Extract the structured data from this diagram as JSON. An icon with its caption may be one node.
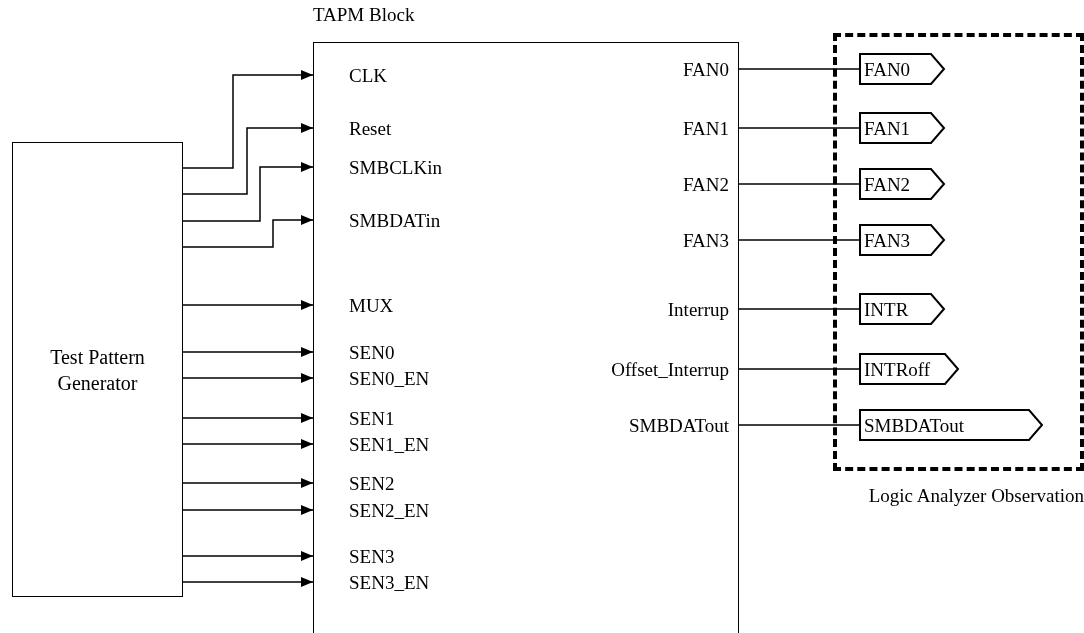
{
  "diagram": {
    "nodes": [
      {
        "text": [
          "TAPM Block"
        ]
      },
      {
        "text": [
          "CLK"
        ],
        "in": 0
      },
      {
        "text": [
          "Reset"
        ],
        "in": 0
      },
      {
        "text": [
          "SMBCLKin"
        ],
        "in": 0
      },
      {
        "text": [
          "SMBDATin"
        ],
        "in": 0
      },
      {
        "text": [
          "MUX"
        ],
        "in": 0
      },
      {
        "text": [
          "SEN0"
        ],
        "in": 0
      },
      {
        "text": [
          "SEN0_EN"
        ],
        "in": 0
      },
      {
        "text": [
          "SEN1"
        ],
        "in": 0
      },
      {
        "text": [
          "SEN1_EN"
        ],
        "in": 0
      },
      {
        "text": [
          "SEN2"
        ],
        "in": 0
      },
      {
        "text": [
          "SEN2_EN"
        ],
        "in": 0
      },
      {
        "text": [
          "SEN3"
        ],
        "in": 0
      },
      {
        "text": [
          "SEN3_EN"
        ],
        "in": 0
      },
      {
        "text": [
          "FAN0"
        ],
        "in": 0
      },
      {
        "text": [
          "FAN1"
        ],
        "in": 0
      },
      {
        "text": [
          "FAN2"
        ],
        "in": 0
      },
      {
        "text": [
          "FAN3"
        ],
        "in": 0
      },
      {
        "text": [
          "Interrup"
        ],
        "in": 0
      },
      {
        "text": [
          "Offset_Interrup"
        ],
        "in": 0
      },
      {
        "text": [
          "SMBDATout"
        ],
        "in": 0
      },
      {
        "text": [
          "Test Pattern Generator"
        ]
      },
      {
        "text": [
          "Logic Analyzer Observation"
        ]
      },
      {
        "text": [
          "FAN0"
        ],
        "in": 22
      },
      {
        "text": [
          "FAN1"
        ],
        "in": 22
      },
      {
        "text": [
          "FAN2"
        ],
        "in": 22
      },
      {
        "text": [
          "FAN3"
        ],
        "in": 22
      },
      {
        "text": [
          "INTR"
        ],
        "in": 22
      },
      {
        "text": [
          "INTRoff"
        ],
        "in": 22
      },
      {
        "text": [
          "SMBDATout"
        ],
        "in": 22
      }
    ],
    "edges": [
      {
        "from": 21,
        "to": 1,
        "arrow": "to"
      },
      {
        "from": 21,
        "to": 2,
        "arrow": "to"
      },
      {
        "from": 21,
        "to": 3,
        "arrow": "to"
      },
      {
        "from": 21,
        "to": 4,
        "arrow": "to"
      },
      {
        "from": 21,
        "to": 5,
        "arrow": "to"
      },
      {
        "from": 21,
        "to": 6,
        "arrow": "to"
      },
      {
        "from": 21,
        "to": 7,
        "arrow": "to"
      },
      {
        "from": 21,
        "to": 8,
        "arrow": "to"
      },
      {
        "from": 21,
        "to": 9,
        "arrow": "to"
      },
      {
        "from": 21,
        "to": 10,
        "arrow": "to"
      },
      {
        "from": 21,
        "to": 11,
        "arrow": "to"
      },
      {
        "from": 21,
        "to": 12,
        "arrow": "to"
      },
      {
        "from": 21,
        "to": 13,
        "arrow": "to"
      },
      {
        "from": 14,
        "to": 23,
        "arrow": "none"
      },
      {
        "from": 15,
        "to": 24,
        "arrow": "none"
      },
      {
        "from": 16,
        "to": 25,
        "arrow": "none"
      },
      {
        "from": 17,
        "to": 26,
        "arrow": "none"
      },
      {
        "from": 18,
        "to": 27,
        "arrow": "none"
      },
      {
        "from": 19,
        "to": 28,
        "arrow": "none"
      },
      {
        "from": 20,
        "to": 29,
        "arrow": "none"
      }
    ]
  }
}
